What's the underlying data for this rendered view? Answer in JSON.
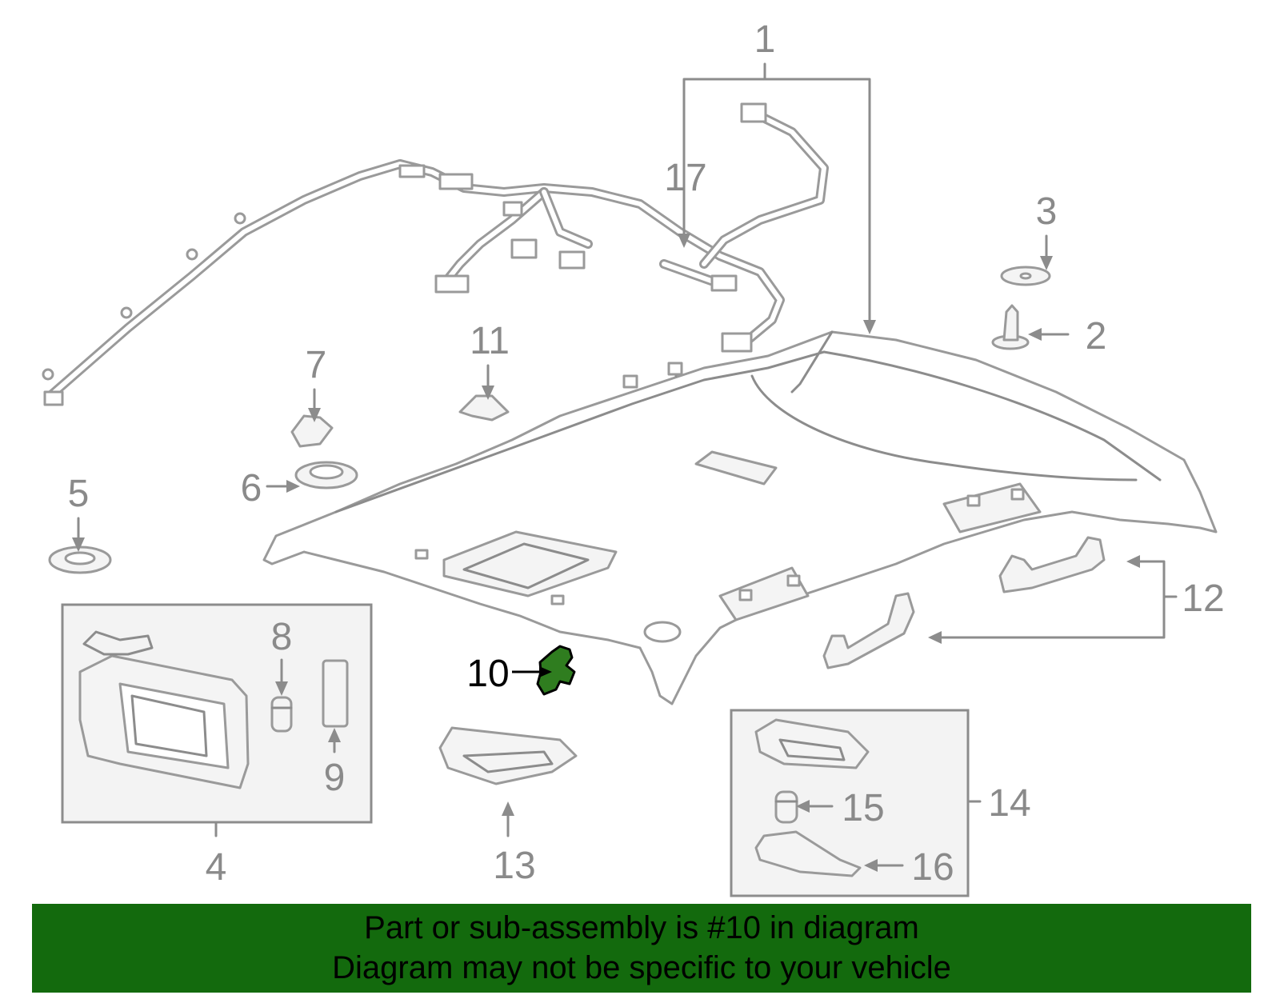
{
  "callouts": {
    "c1": "1",
    "c2": "2",
    "c3": "3",
    "c4": "4",
    "c5": "5",
    "c6": "6",
    "c7": "7",
    "c8": "8",
    "c9": "9",
    "c10": "10",
    "c11": "11",
    "c12": "12",
    "c13": "13",
    "c14": "14",
    "c15": "15",
    "c16": "16",
    "c17": "17"
  },
  "banner": {
    "line1": "Part or sub-assembly is #10 in diagram",
    "line2": "Diagram may not be specific to your vehicle",
    "background": "#136a0d"
  },
  "colors": {
    "highlight_part": "#2f7d1f",
    "line_art": "#9a9a9a"
  }
}
